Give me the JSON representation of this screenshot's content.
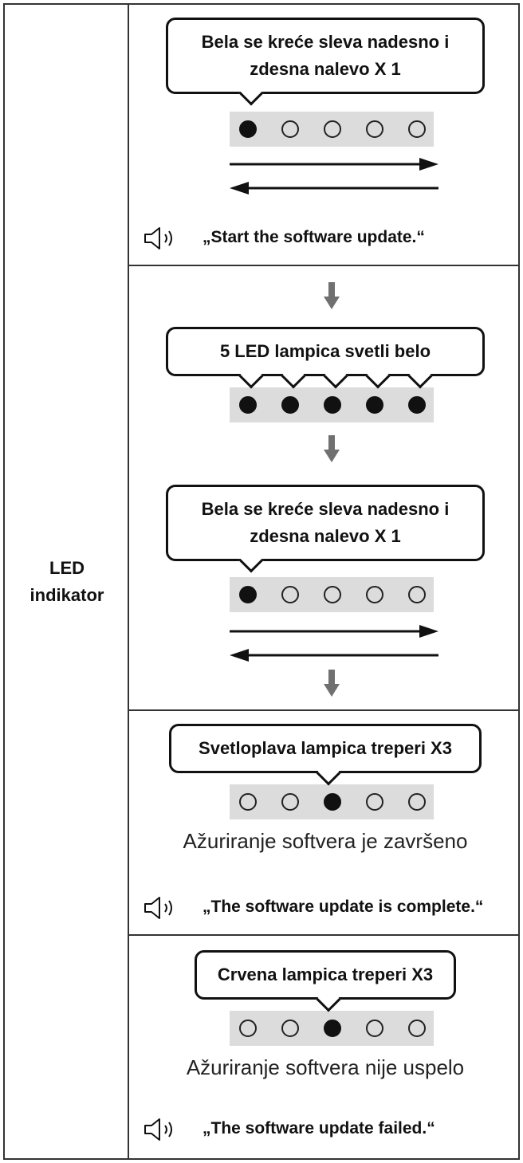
{
  "row_label": "LED\nindikator",
  "sections": [
    {
      "bubble": "Bela se kreće sleva nadesno i\nzdesna nalevo X 1",
      "leds": [
        true,
        false,
        false,
        false,
        false
      ],
      "voice": "„Start the software  update.“"
    },
    {
      "bubble_all": "5 LED lampica svetli belo",
      "leds_all": [
        true,
        true,
        true,
        true,
        true
      ],
      "bubble_sweep": "Bela se kreće sleva nadesno i\nzdesna nalevo X 1",
      "leds_sweep": [
        true,
        false,
        false,
        false,
        false
      ]
    },
    {
      "bubble": "Svetloplava lampica treperi X3",
      "leds": [
        false,
        false,
        true,
        false,
        false
      ],
      "status": "Ažuriranje softvera je završeno",
      "voice": "„The software update is complete.“"
    },
    {
      "bubble": "Crvena lampica treperi X3",
      "leds": [
        false,
        false,
        true,
        false,
        false
      ],
      "status": "Ažuriranje softvera nije uspelo",
      "voice": "„The software update failed.“"
    }
  ],
  "icons": {
    "speaker": "speaker-icon",
    "down_arrow": "down-arrow-icon",
    "right_arrow": "right-arrow-icon",
    "left_arrow": "left-arrow-icon"
  },
  "colors": {
    "border": "#333333",
    "led_strip": "#dcdcdc",
    "led_on": "#111111",
    "arrow_gray": "#707070"
  }
}
